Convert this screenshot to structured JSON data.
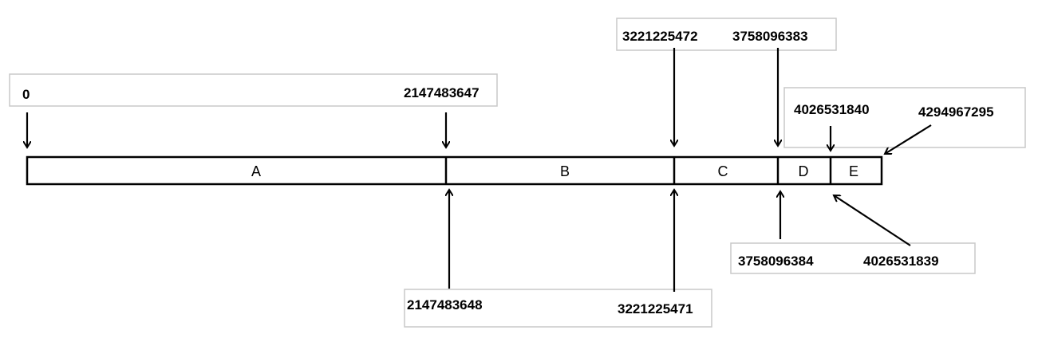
{
  "boundaries": {
    "b0": "0",
    "b2147483647": "2147483647",
    "b2147483648": "2147483648",
    "b3221225471": "3221225471",
    "b3221225472": "3221225472",
    "b3758096383": "3758096383",
    "b3758096384": "3758096384",
    "b4026531839": "4026531839",
    "b4026531840": "4026531840",
    "b4294967295": "4294967295"
  },
  "segments": {
    "a": "A",
    "b": "B",
    "c": "C",
    "d": "D",
    "e": "E"
  }
}
